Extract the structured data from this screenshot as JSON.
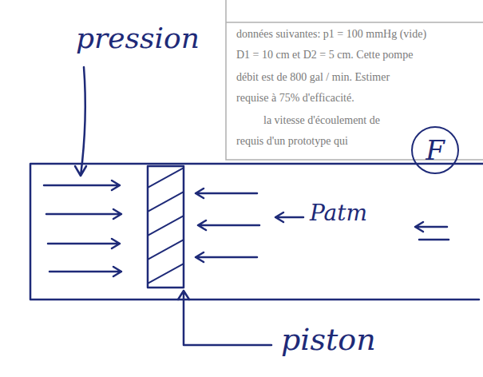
{
  "diagram": {
    "nodes": [
      {
        "text": [
          "F"
        ]
      }
    ],
    "labels": [
      "pression",
      "Patm",
      "piston",
      "données suivantes: p1 = 100 mmHg (vide)",
      "D1 = 10 cm et D2 = 5 cm. Cette pompe",
      "débit est de 800 gal / min. Estimer",
      "requise à 75% d'efficacité.",
      "la vitesse d'écoulement de",
      "requis d'un prototype qui"
    ]
  }
}
